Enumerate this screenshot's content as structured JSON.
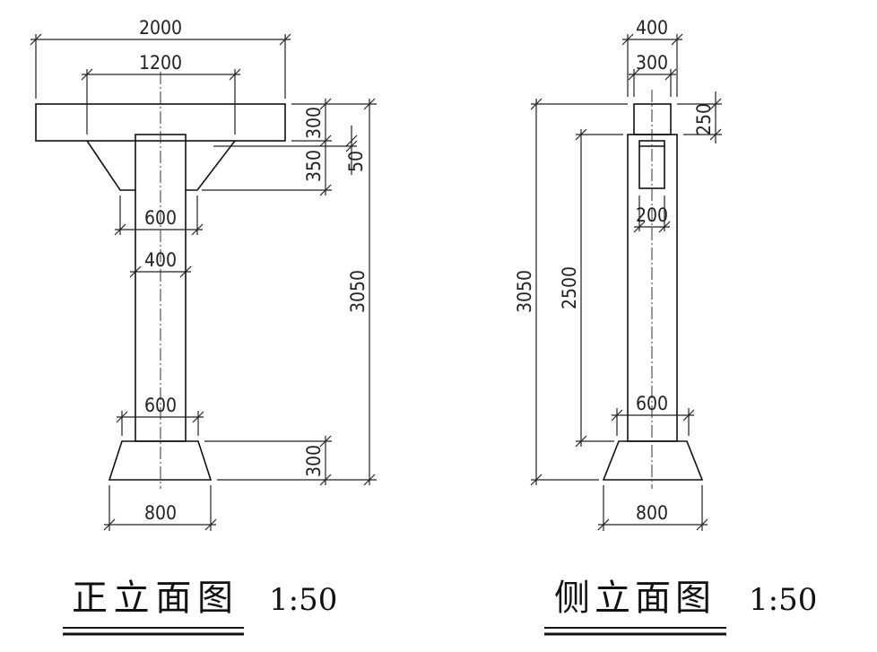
{
  "front_view": {
    "title": "正立面图",
    "scale": "1:50",
    "dims": {
      "top_width": "2000",
      "haunch_width": "1200",
      "slab_thickness": "300",
      "haunch_height": "350",
      "offset": "50",
      "total_height": "3050",
      "column_top_width": "600",
      "column_width": "400",
      "column_bottom_width": "600",
      "base_height": "300",
      "base_width": "800"
    }
  },
  "side_view": {
    "title": "侧立面图",
    "scale": "1:50",
    "dims": {
      "cap_outer_width": "400",
      "cap_width": "300",
      "cap_height": "250",
      "total_height": "3050",
      "column_height": "2500",
      "inner_width": "200",
      "column_bottom_width": "600",
      "base_width": "800"
    }
  }
}
